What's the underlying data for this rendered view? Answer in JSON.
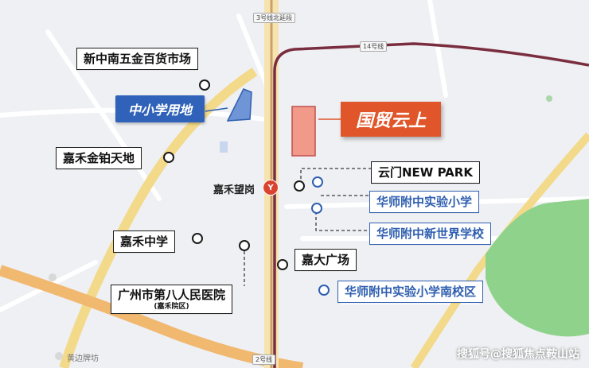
{
  "colors": {
    "background": "#eef0f3",
    "green_area": "#8fd28c",
    "metro_line_14": "#7a2d3f",
    "metro_line_3": "#c9a26a",
    "project_block": "#f29a8a",
    "school_land": "#2f62b8",
    "school_outline": "#2f5fb0",
    "project_label": "#e0562a"
  },
  "labels": {
    "market": "新中南五金百货市场",
    "school_land": "中小学用地",
    "project": "国贸云上",
    "jiahe_jinbo": "嘉禾金铂天地",
    "station": "嘉禾望岗",
    "station_icon": "Y",
    "yunmen": "云门NEW PARK",
    "school_exp": "华师附中实验小学",
    "school_newworld": "华师附中新世界学校",
    "jiahe_middle": "嘉禾中学",
    "jiada_plaza": "嘉大广场",
    "hospital": "广州市第八人民医院",
    "hospital_branch": "(嘉禾院区)",
    "school_south": "华师附中实验小学南校区",
    "line_14": "14号线",
    "line_3_north": "3号线北延段",
    "line_2": "2号线",
    "road_left": "黄边牌坊",
    "watermark": "搜狐号@搜狐焦点鞍山站"
  },
  "icons": {
    "station": "metro-station-icon",
    "poi_marker": "poi-circle-icon"
  }
}
